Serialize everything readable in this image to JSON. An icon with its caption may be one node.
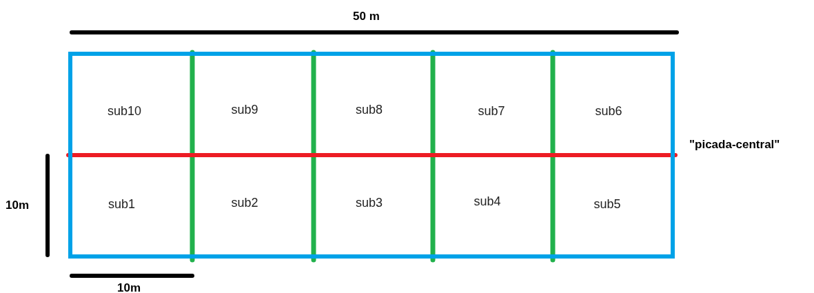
{
  "diagram": {
    "nodes": [
      {
        "text": [],
        "shape": "box"
      },
      {
        "text": [
          "sub10"
        ],
        "in": 0
      },
      {
        "text": [
          "sub9"
        ],
        "in": 0
      },
      {
        "text": [
          "sub8"
        ],
        "in": 0
      },
      {
        "text": [
          "sub7"
        ],
        "in": 0
      },
      {
        "text": [
          "sub6"
        ],
        "in": 0
      },
      {
        "text": [
          "sub1"
        ],
        "in": 0
      },
      {
        "text": [
          "sub2"
        ],
        "in": 0
      },
      {
        "text": [
          "sub3"
        ],
        "in": 0
      },
      {
        "text": [
          "sub4"
        ],
        "in": 0
      },
      {
        "text": [
          "sub5"
        ],
        "in": 0
      }
    ],
    "edges": [],
    "labels": [
      "50 m",
      "\"picada-central\"",
      "10m",
      "10m"
    ]
  }
}
